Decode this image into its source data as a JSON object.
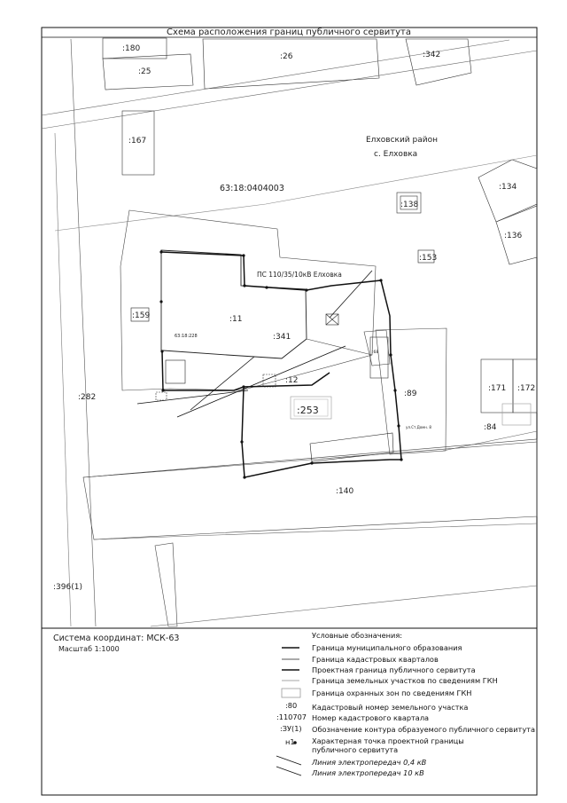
{
  "title": "Схема расположения границ публичного сервитута",
  "quarter_number": "63:18:0404003",
  "area_label": {
    "district": "Елховский район",
    "village": "с. Елховка"
  },
  "substation_label": "ПС 110/35/10кВ Елховка",
  "street_label": "ул.Ст.Домн. 8",
  "parcel_numbers": {
    "p180": ":180",
    "p25": ":25",
    "p26": ":26",
    "p342": ":342",
    "p167": ":167",
    "p134": ":134",
    "p138": ":138",
    "p136": ":136",
    "p153": ":153",
    "p159": ":159",
    "p11": ":11",
    "p341": ":341",
    "p12": ":12",
    "p253": ":253",
    "p89": ":89",
    "p171": ":171",
    "p172": ":172",
    "p84": ":84",
    "p282": ":282",
    "p140": ":140",
    "p396": ":396(1)",
    "p68": ":68"
  },
  "zone_label": "63:18:228",
  "coordinate_system": "Система координат: МСК-63",
  "scale": "Масштаб 1:1000",
  "legend": {
    "title": "Условные обозначения:",
    "items": [
      "Граница муниципального образования",
      "Граница кадастровых кварталов",
      "Проектная граница публичного сервитута",
      "Граница земельных участков по сведениям ГКН",
      "Граница охранных зон по сведениям ГКН",
      "Кадастровый номер земельного участка",
      "Номер кадастрового квартала",
      "Обозначение контура образуемого публичного сервитута",
      "Характерная точка проектной границы",
      "публичного сервитута",
      "Линия электропередач 0,4 кВ",
      "Линия электропередач 10 кВ"
    ],
    "symbols": {
      "parcel": ":80",
      "quarter": ":110707",
      "contour": ":ЗУ(1)",
      "point": "н1"
    }
  }
}
